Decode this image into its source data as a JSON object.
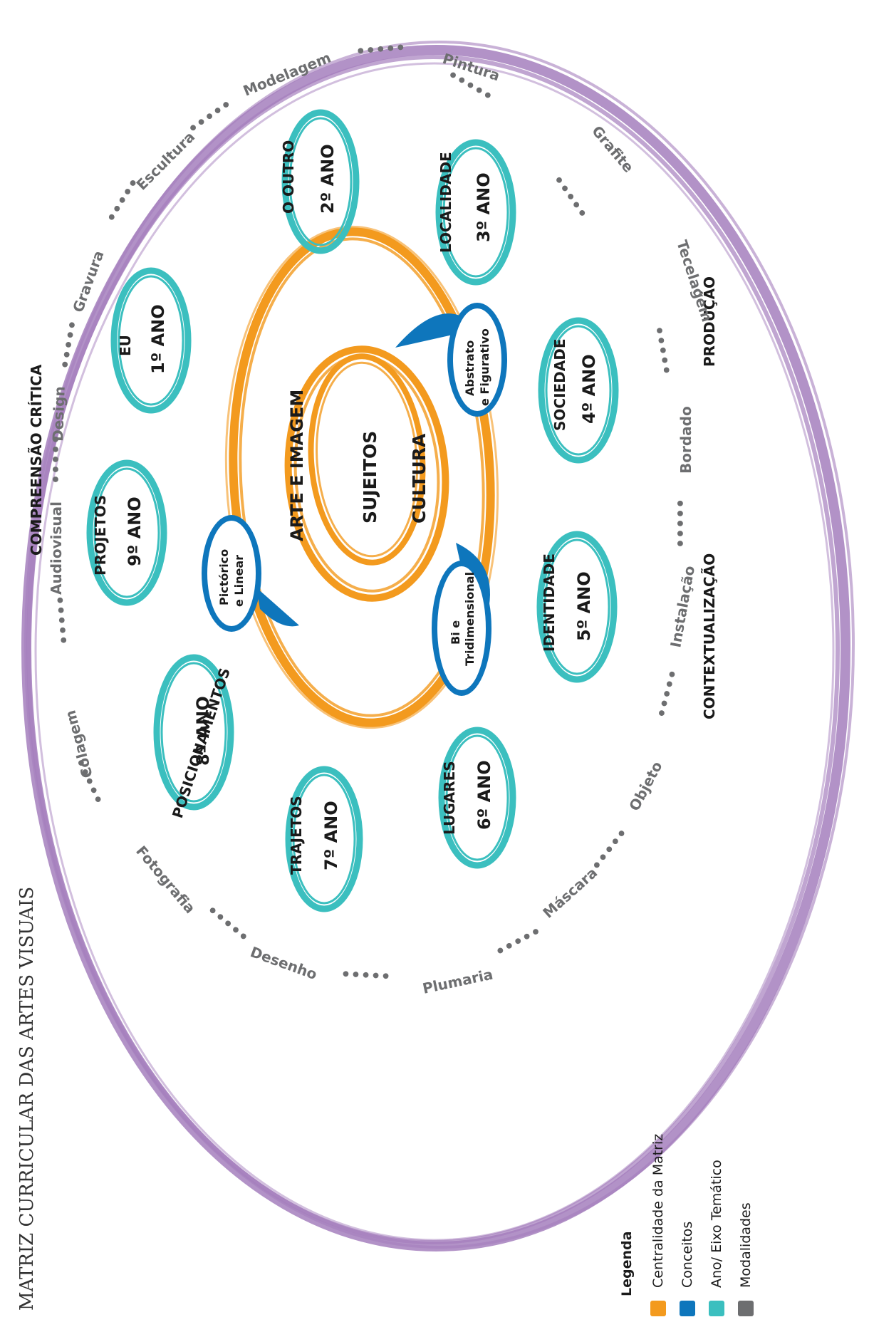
{
  "title": "MATRIZ CURRICULAR DAS ARTES VISUAIS",
  "outer_labels": {
    "top": "COMPREENSÃO CRÍTICA",
    "right": "PRODUÇÃO",
    "bottom": "CONTEXTUALIZAÇÃO"
  },
  "center": {
    "outer": "ARTE E IMAGEM",
    "inner": "SUJEITOS",
    "middle": "CULTURA"
  },
  "concepts": [
    "Abstrato e Figurativo",
    "Pictórico e Linear",
    "Bi e Tridimensional"
  ],
  "years": [
    {
      "theme": "EU",
      "year": "1º ANO"
    },
    {
      "theme": "O OUTRO",
      "year": "2º ANO"
    },
    {
      "theme": "LOCALIDADE",
      "year": "3º ANO"
    },
    {
      "theme": "SOCIEDADE",
      "year": "4º ANO"
    },
    {
      "theme": "IDENTIDADE",
      "year": "5º ANO"
    },
    {
      "theme": "LUGARES",
      "year": "6º ANO"
    },
    {
      "theme": "TRAJETOS",
      "year": "7º ANO"
    },
    {
      "theme": "POSICIONAMENTOS",
      "year": "8º ANO"
    },
    {
      "theme": "PROJETOS",
      "year": "9º ANO"
    }
  ],
  "modalities": [
    "Modelagem",
    "Escultura",
    "Gravura",
    "Design",
    "Audiovisual",
    "Colagem",
    "Fotografia",
    "Desenho",
    "Plumaria",
    "Máscara",
    "Objeto",
    "Instalação",
    "Bordado",
    "Tecelagem",
    "Grafite",
    "Pintura"
  ],
  "dots": "•••••",
  "legend": {
    "heading": "Legenda",
    "items": [
      {
        "label": "Centralidade da Matriz",
        "color": "#f39a1e"
      },
      {
        "label": "Conceitos",
        "color": "#0e76bc"
      },
      {
        "label": "Ano/ Eixo Temático",
        "color": "#3bbfbf"
      },
      {
        "label": "Modalidades",
        "color": "#6d6e70"
      }
    ]
  },
  "colors": {
    "purple": "#a57fbd",
    "orange": "#f39a1e",
    "blue": "#0e76bc",
    "teal": "#3bbfbf",
    "gray": "#6d6e70",
    "text": "#1a1a1a"
  }
}
